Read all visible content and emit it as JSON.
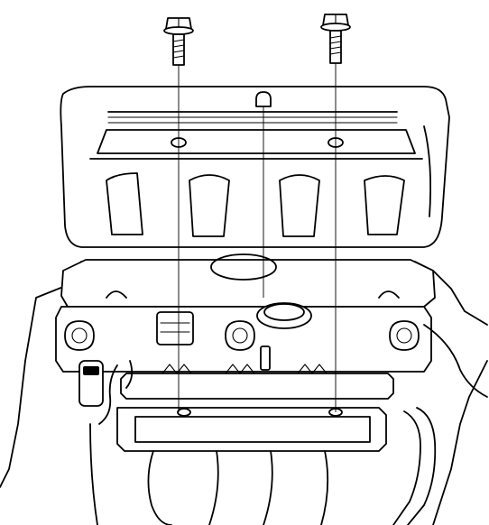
{
  "figure": {
    "type": "line-art service diagram",
    "stroke_color": "#000000",
    "background_color": "#ffffff",
    "parts": {
      "bolts": [
        "hex-flange-bolt-left",
        "hex-flange-bolt-right"
      ],
      "cover": "engine-cover",
      "engine": "cylinder-head-assembly"
    }
  }
}
